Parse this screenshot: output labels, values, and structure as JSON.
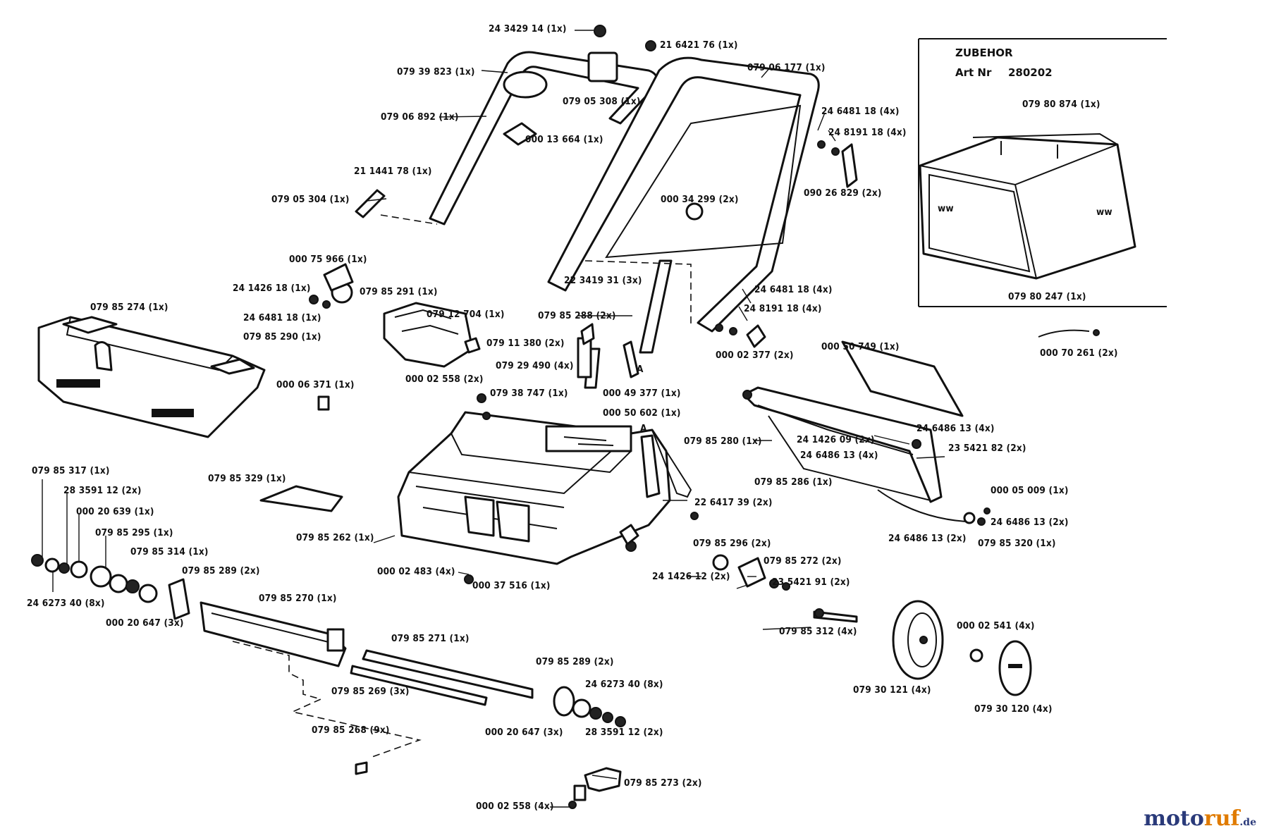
{
  "accessory": {
    "title": "ZUBEHOR",
    "article_label": "Art Nr",
    "article_number": "280202",
    "box_label_top": "079 80 874 (1x)",
    "box_label_bottom": "079 80 247 (1x)"
  },
  "labels": [
    "24 3429 14 (1x)",
    "21 6421 76 (1x)",
    "079 39 823 (1x)",
    "079 05 308 (1x)",
    "079 06 177 (1x)",
    "079 06 892 (1x)",
    "000 13 664 (1x)",
    "24 6481 18 (4x)",
    "24 8191 18 (4x)",
    "21 1441 78 (1x)",
    "079 05 304 (1x)",
    "090 26 829 (2x)",
    "000 34 299 (2x)",
    "000 75 966 (1x)",
    "24 1426 18 (1x)",
    "079 85 291 (1x)",
    "22 3419 31 (3x)",
    "24 6481 18 (4x)",
    "24 6481 18 (1x)",
    "079 85 274 (1x)",
    "079 12 704 (1x)",
    "079 85 288 (2x)",
    "24 8191 18 (4x)",
    "079 85 290 (1x)",
    "079 11 380 (2x)",
    "000 02 377 (2x)",
    "000 50 749 (1x)",
    "000 70 261 (2x)",
    "079 29 490 (4x)",
    "000 02 558 (2x)",
    "079 38 747 (1x)",
    "000 49 377 (1x)",
    "000 06 371 (1x)",
    "000 50 602 (1x)",
    "079 85 280 (1x)",
    "24 1426 09 (2x)",
    "24 6486 13 (4x)",
    "24 6486 13 (4x)",
    "23 5421 82 (2x)",
    "079 85 286 (1x)",
    "079 85 317 (1x)",
    "079 85 329 (1x)",
    "22 6417 39 (2x)",
    "000 05 009 (1x)",
    "28 3591 12 (2x)",
    "000 20 639 (1x)",
    "24 6486 13 (2x)",
    "079 85 295 (1x)",
    "079 85 262 (1x)",
    "24 6486 13 (2x)",
    "079 85 320 (1x)",
    "079 85 314 (1x)",
    "079 85 296 (2x)",
    "079 85 289 (2x)",
    "079 85 272 (2x)",
    "000 02 483 (4x)",
    "000 37 516 (1x)",
    "24 1426 12 (2x)",
    "23 5421 91 (2x)",
    "24 6273 40 (8x)",
    "079 85 270 (1x)",
    "000 20 647 (3x)",
    "079 85 312 (4x)",
    "000 02 541 (4x)",
    "079 85 271 (1x)",
    "079 85 289 (2x)",
    "079 85 269 (3x)",
    "24 6273 40 (8x)",
    "079 30 121 (4x)",
    "000 20 647 (3x)",
    "28 3591 12 (2x)",
    "079 30 120 (4x)",
    "079 85 268 (9x)",
    "079 85 273 (2x)",
    "000 02 558 (4x)"
  ],
  "markers": [
    "A",
    "A"
  ],
  "watermark": {
    "brand": "moto",
    "brand_accent": "ruf",
    "tld": ".de"
  }
}
